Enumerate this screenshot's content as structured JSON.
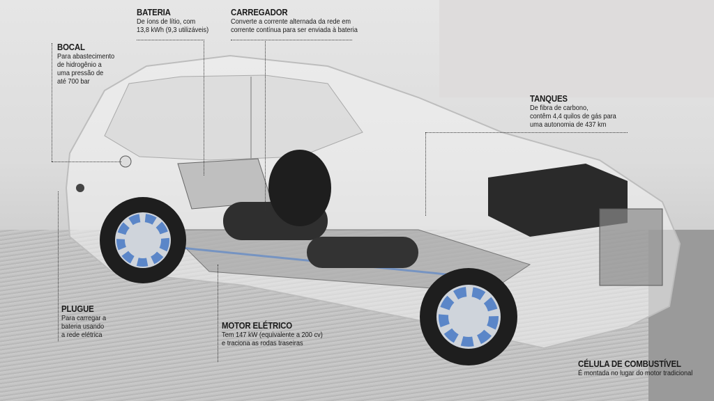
{
  "labels": {
    "bateria": {
      "title": "BATERIA",
      "body": "De íons de lítio, com\n13,8 kWh (9,3 utilizáveis)"
    },
    "carregador": {
      "title": "CARREGADOR",
      "body": "Converte a corrente alternada da rede em\ncorrente contínua para ser enviada à bateria"
    },
    "bocal": {
      "title": "BOCAL",
      "body": "Para abastecimento\nde hidrogênio a\numa pressão de\naté 700 bar"
    },
    "tanques": {
      "title": "TANQUES",
      "body": "De fibra de carbono,\ncontêm 4,4 quilos de gás para\numa autonomia de 437 km"
    },
    "plugue": {
      "title": "PLUGUE",
      "body": "Para carregar a\nbateria usando\na rede elétrica"
    },
    "motor": {
      "title": "MOTOR ELÉTRICO",
      "body": "Tem 147 kW (equivalente a 200 cv)\ne traciona as rodas traseiras"
    },
    "celula": {
      "title": "CÉLULA DE COMBUSTÍVEL",
      "body": "É montada no lugar do motor tradicional"
    }
  },
  "colors": {
    "wheel_accent": "#5b86c8",
    "text": "#1a1a1a"
  }
}
